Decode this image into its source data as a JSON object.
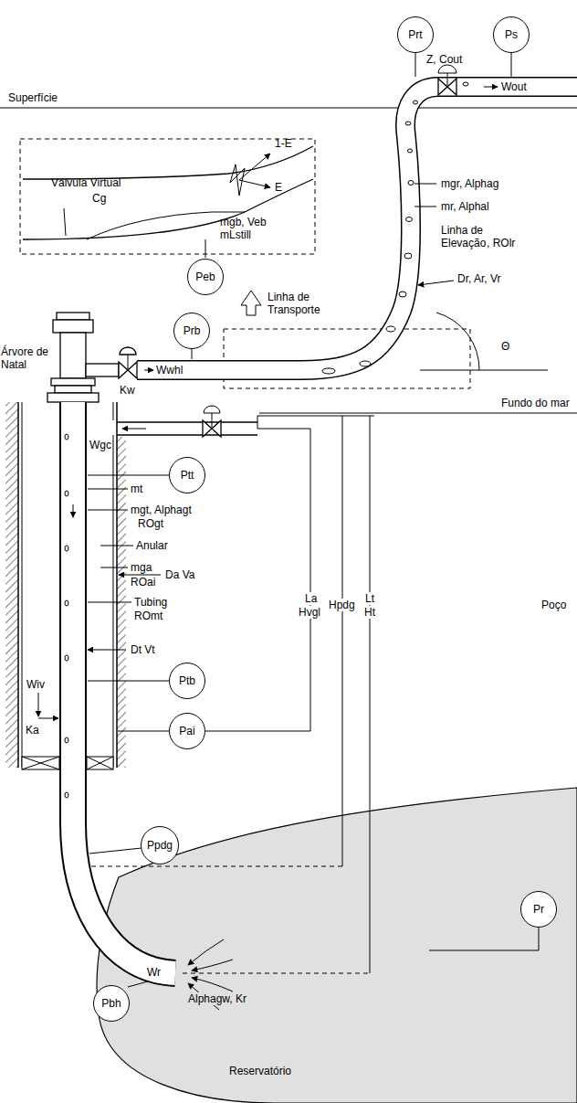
{
  "diagram": {
    "nodes": [
      {
        "text": [
          "Prt"
        ]
      },
      {
        "text": [
          "Ps"
        ]
      },
      {
        "text": [
          "Peb"
        ]
      },
      {
        "text": [
          "Prb"
        ]
      },
      {
        "text": [
          "Ptt"
        ]
      },
      {
        "text": [
          "Ptb"
        ]
      },
      {
        "text": [
          "Pai"
        ]
      },
      {
        "text": [
          "Ppdg"
        ]
      },
      {
        "text": [
          "Pr"
        ]
      },
      {
        "text": [
          "Pbh"
        ]
      }
    ],
    "labels": [
      "Superfície",
      "Z, Cout",
      "Wout",
      "Válvula Virtual",
      "Cg",
      "1-E",
      "E",
      "mgb, Veb",
      "mLstill",
      "mgr, Alphag",
      "mr, Alphal",
      "Linha de Elevação",
      ", ROlr",
      "Dr, Ar, Vr",
      "Θ",
      "Linha de Transporte",
      "Árvore de Natal",
      "Kw",
      "Wwhl",
      "Fundo do mar",
      "Wgc",
      "mt",
      "mgt, Alphagt",
      "ROgt",
      "Anular",
      "mga",
      "ROai",
      "Da Va",
      "Tubing",
      "ROmt",
      "Dt Vt",
      "Wiv",
      "Ka",
      "La",
      "Hvgl",
      "Hpdg",
      "Lt",
      "Ht",
      "Poço",
      "Wr",
      "Alphagw, Kr",
      "Reservatório"
    ]
  }
}
